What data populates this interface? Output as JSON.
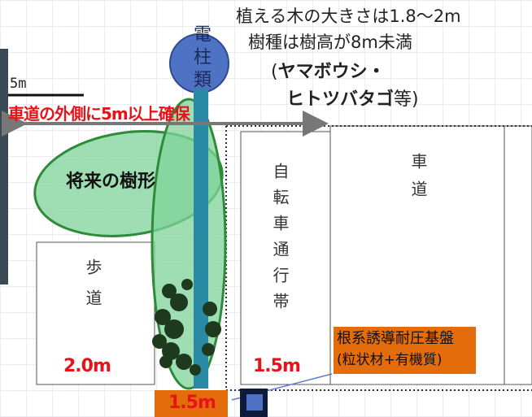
{
  "diagram": {
    "pole_label": "電柱類",
    "tree_notes": {
      "line1": "植える木の大きさは1.8〜2m",
      "line2": "樹種は樹高が8m未満",
      "line3_prefix": "(",
      "line3_bold": "ヤマボウシ・",
      "line4_bold": "ヒトツバタゴ",
      "line4_suffix": "等)"
    },
    "scale_label": "5m",
    "clearance_note": "車道の外側に5m以上確保",
    "future_crown_label": "将来の樹形",
    "lanes": [
      {
        "label": "歩道",
        "width": "2.0m"
      },
      {
        "label": "自転車通行帯",
        "width": "1.5m"
      },
      {
        "label": "車道",
        "width": ""
      }
    ],
    "planting_strip_width": "1.5m",
    "root_base_label_line1": "根系誘導耐圧基盤",
    "root_base_label_line2": "(粒状材+有機質)",
    "colors": {
      "crown_fill": "#7fd39a",
      "crown_stroke": "#2e8b3a",
      "pole": "#2b8aa3",
      "pole_cap": "#4e73c4",
      "accent_red": "#e8121b",
      "orange": "#e46c0a"
    }
  }
}
